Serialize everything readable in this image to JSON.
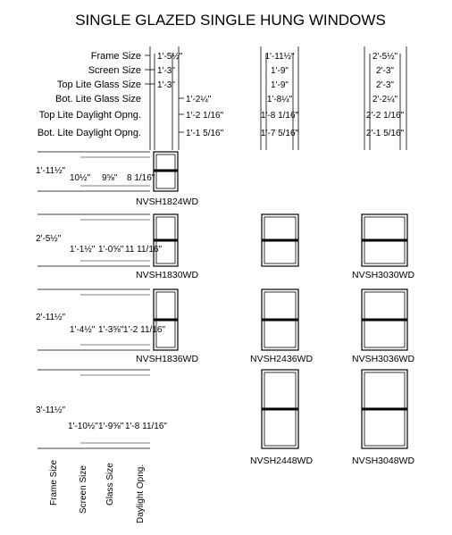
{
  "title": "SINGLE GLAZED SINGLE HUNG WINDOWS",
  "row_labels": [
    "Frame Size",
    "Screen Size",
    "Top Lite Glass Size",
    "Bot. Lite Glass Size",
    "Top Lite Daylight Opng.",
    "Bot. Lite Daylight Opng."
  ],
  "column_widths": [
    {
      "frame": "1'-5½\"",
      "screen": "1'-3\"",
      "top_glass": "1'-3\"",
      "bot_glass": "1'-2¼\"",
      "top_daylight": "1'-2 1/16\"",
      "bot_daylight": "1'-1 5/16\""
    },
    {
      "frame": "1'-11½\"",
      "screen": "1'-9\"",
      "top_glass": "1'-9\"",
      "bot_glass": "1'-8¼\"",
      "top_daylight": "1'-8 1/16\"",
      "bot_daylight": "1'-7 5/16\""
    },
    {
      "frame": "2'-5½\"",
      "screen": "2'-3\"",
      "top_glass": "2'-3\"",
      "bot_glass": "2'-2¼\"",
      "top_daylight": "2'-2 1/16\"",
      "bot_daylight": "2'-1 5/16\""
    }
  ],
  "height_rows": [
    {
      "frame": "1'-11½\"",
      "screen": "10½\"",
      "glass": "9⅝\"",
      "daylight": "8 1/16\""
    },
    {
      "frame": "2'-5½\"",
      "screen": "1'-1½\"",
      "glass": "1'-0⅝\"",
      "daylight": "11 11/16\""
    },
    {
      "frame": "2'-11½\"",
      "screen": "1'-4½\"",
      "glass": "1'-3⅝\"",
      "daylight": "1'-2 11/16\""
    },
    {
      "frame": "3'-11½\"",
      "screen": "1'-10½\"",
      "glass": "1'-9⅝\"",
      "daylight": "1'-8 11/16\""
    }
  ],
  "models": [
    "NVSH1824WD",
    "NVSH1830WD",
    "NVSH3030WD",
    "NVSH1836WD",
    "NVSH2436WD",
    "NVSH3036WD",
    "NVSH2448WD",
    "NVSH3048WD"
  ],
  "vertical_labels": [
    "Frame Size",
    "Screen Size",
    "Glass Size",
    "Daylight Opng."
  ]
}
